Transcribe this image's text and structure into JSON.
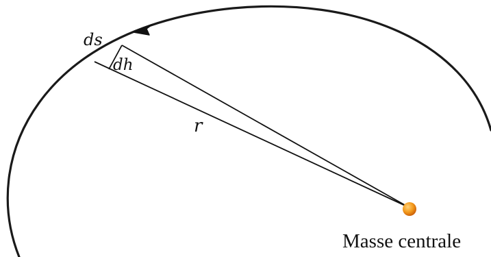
{
  "labels": {
    "ds": "ds",
    "dh": "dh",
    "r": "r",
    "central_mass": "Masse centrale"
  },
  "colors": {
    "orbit": "#1a1a1a",
    "lines": "#111111",
    "mass_light": "#ffd27a",
    "mass_mid": "#f39a1c",
    "mass_dark": "#c85a06"
  },
  "icons": {
    "direction": "arrowhead-icon",
    "mass": "orange-sphere-icon"
  }
}
